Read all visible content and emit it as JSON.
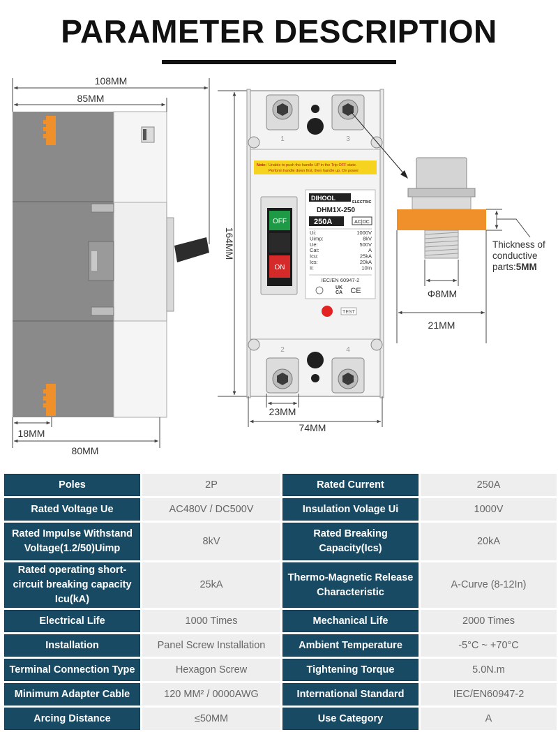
{
  "title": "PARAMETER DESCRIPTION",
  "colors": {
    "header_cell": "#194a63",
    "value_cell": "#eeeeee",
    "terminal": "#f0902a",
    "off_button": "#1e9a46",
    "on_button": "#d42a2a"
  },
  "dimensions": {
    "overall_depth": "108MM",
    "body_depth": "85MM",
    "height": "164MM",
    "bottom_depth": "80MM",
    "terminal_offset": "18MM",
    "front_width": "74MM",
    "terminal_spacing": "23MM",
    "screw_diameter": "Φ8MM",
    "terminal_width": "21MM",
    "thickness_label_1": "Thickness of",
    "thickness_label_2": "conductive",
    "thickness_label_3": "parts:",
    "thickness_value": "5MM"
  },
  "breaker": {
    "note_prefix": "Note:",
    "note_line1": "Unable to push the handle UP in the Trip OFF state.",
    "note_line2": "Perform handle down first, then handle up. On power",
    "brand": "DIHOOL",
    "brand_sub": "ELECTRIC",
    "model": "DHM1X-250",
    "rating": "250A",
    "acdc": "AC|DC",
    "off_label": "OFF",
    "on_label": "ON",
    "specs": [
      {
        "k": "Ui:",
        "v": "1000V"
      },
      {
        "k": "Uimp:",
        "v": "8kV"
      },
      {
        "k": "Ue:",
        "v": "500V"
      },
      {
        "k": "Cat:",
        "v": "A"
      },
      {
        "k": "Icu:",
        "v": "25kA"
      },
      {
        "k": "Ics:",
        "v": "20kA"
      },
      {
        "k": "Ii:",
        "v": "10In"
      }
    ],
    "standard": "IEC/EN 60947-2",
    "mark_ukca_1": "UK",
    "mark_ukca_2": "CA",
    "mark_ce": "CE",
    "test_label": "TEST",
    "terminal_1": "1",
    "terminal_2": "2",
    "terminal_3": "3",
    "terminal_4": "4"
  },
  "table": {
    "rows": [
      [
        "Poles",
        "2P",
        "Rated Current",
        "250A"
      ],
      [
        "Rated Voltage Ue",
        "AC480V / DC500V",
        "Insulation Volage Ui",
        "1000V"
      ],
      [
        "Rated Impulse Withstand Voltage(1.2/50)Uimp",
        "8kV",
        "Rated Breaking Capacity(Ics)",
        "20kA"
      ],
      [
        "Rated operating short-circuit breaking capacity Icu(kA)",
        "25kA",
        "Thermo-Magnetic Release Characteristic",
        "A-Curve (8-12In)"
      ],
      [
        "Electrical Life",
        "1000 Times",
        "Mechanical Life",
        "2000 Times"
      ],
      [
        "Installation",
        "Panel Screw Installation",
        "Ambient Temperature",
        "-5°C ~ +70°C"
      ],
      [
        "Terminal Connection Type",
        "Hexagon Screw",
        "Tightening Torque",
        "5.0N.m"
      ],
      [
        "Minimum Adapter Cable",
        "120 MM² / 0000AWG",
        "International Standard",
        "IEC/EN60947-2"
      ],
      [
        "Arcing Distance",
        "≤50MM",
        "Use Category",
        "A"
      ]
    ]
  }
}
